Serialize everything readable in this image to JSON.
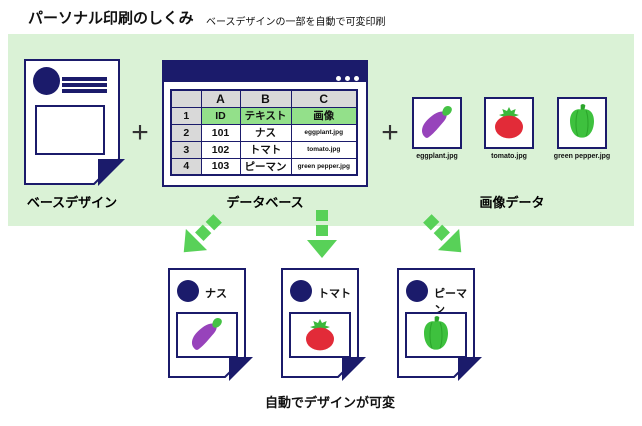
{
  "title": "パーソナル印刷のしくみ",
  "subtitle": "ベースデザインの一部を自動で可変印刷",
  "plus": "+",
  "base_design": {
    "label": "ベースデザイン"
  },
  "database": {
    "label": "データベース",
    "columns": [
      "",
      "A",
      "B",
      "C"
    ],
    "rows": [
      {
        "num": "1",
        "id": "ID",
        "text": "テキスト",
        "image": "画像",
        "highlight": true
      },
      {
        "num": "2",
        "id": "101",
        "text": "ナス",
        "image": "eggplant.jpg"
      },
      {
        "num": "3",
        "id": "102",
        "text": "トマト",
        "image": "tomato.jpg"
      },
      {
        "num": "4",
        "id": "103",
        "text": "ピーマン",
        "image": "green pepper.jpg"
      }
    ]
  },
  "image_data": {
    "label": "画像データ",
    "items": [
      {
        "filename": "eggplant.jpg",
        "icon": "eggplant-icon"
      },
      {
        "filename": "tomato.jpg",
        "icon": "tomato-icon"
      },
      {
        "filename": "green pepper.jpg",
        "icon": "green-pepper-icon"
      }
    ]
  },
  "outputs": {
    "caption": "自動でデザインが可変",
    "docs": [
      {
        "title": "ナス",
        "icon": "eggplant-icon"
      },
      {
        "title": "トマト",
        "icon": "tomato-icon"
      },
      {
        "title": "ピーマン",
        "icon": "green-pepper-icon"
      }
    ]
  },
  "icons": {
    "window_dots": "three-dots",
    "arrows": [
      "dashed-arrow-down-left",
      "dashed-arrow-down",
      "dashed-arrow-down-right"
    ],
    "folded_corner": "dog-ear-fold"
  },
  "colors": {
    "navy": "#1b1b6b",
    "panel_green": "#daf2d6",
    "highlight_row_green": "#93e08a",
    "arrow_green": "#58d158",
    "header_gray": "#d9d9d9",
    "eggplant_purple": "#9743bb",
    "eggplant_cap_green": "#45c245",
    "tomato_red": "#e22b38",
    "tomato_leaf_green": "#3bb83b",
    "pepper_green": "#3ec13e",
    "pepper_stem_green": "#2ba52b"
  }
}
